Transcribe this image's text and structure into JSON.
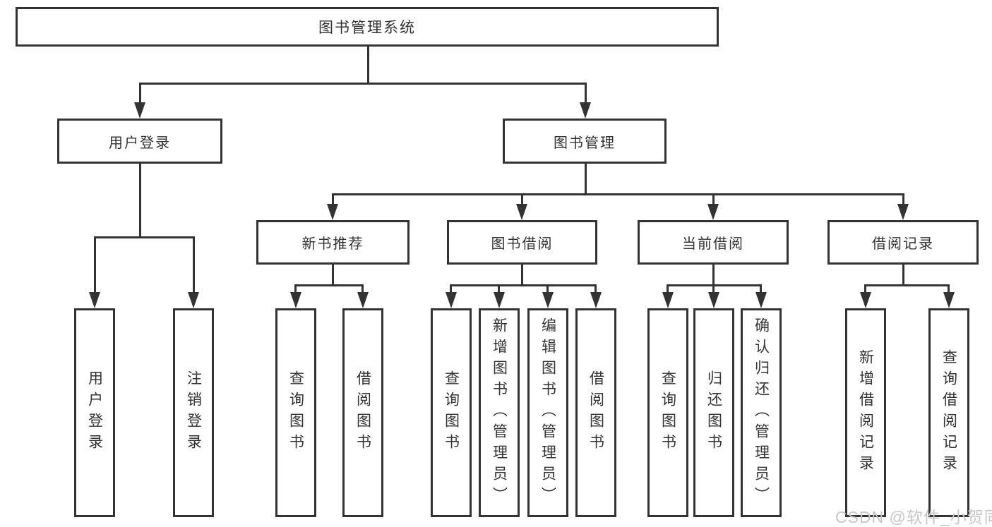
{
  "page": {
    "background_color": "#ffffff",
    "line_color": "#333333",
    "text_color": "#333333",
    "watermark_color": "#c7c7c7"
  },
  "tree": {
    "root": "图书管理系统",
    "children": [
      {
        "label": "用户登录",
        "children": [
          "用户登录",
          "注销登录"
        ]
      },
      {
        "label": "图书管理",
        "children": [
          {
            "label": "新书推荐",
            "children": [
              "查询图书",
              "借阅图书"
            ]
          },
          {
            "label": "图书借阅",
            "children": [
              "查询图书",
              "新增图书（管理员）",
              "编辑图书（管理员）",
              "借阅图书"
            ]
          },
          {
            "label": "当前借阅",
            "children": [
              "查询图书",
              "归还图书",
              "确认归还（管理员）"
            ]
          },
          {
            "label": "借阅记录",
            "children": [
              "新增借阅记录",
              "查询借阅记录"
            ]
          }
        ]
      }
    ]
  },
  "watermark": "CSDN @软件_小贺同学"
}
